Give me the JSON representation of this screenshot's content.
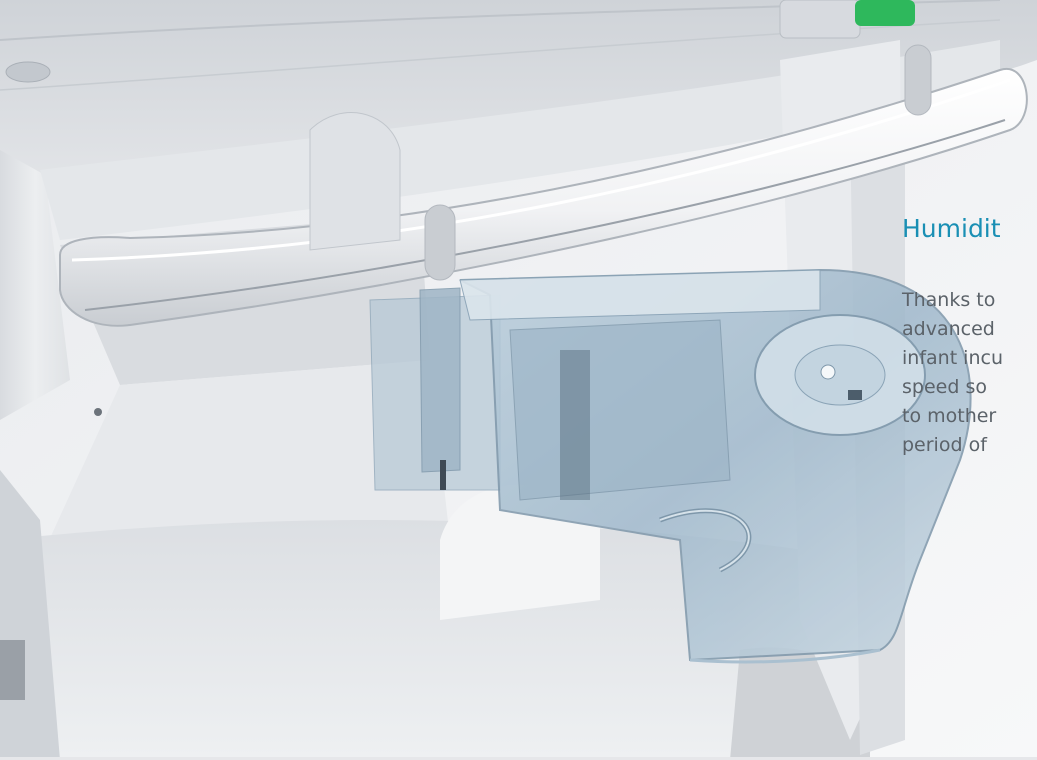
{
  "heading": "Humidit",
  "description_lines": [
    "Thanks to",
    "advanced",
    "infant incu",
    "speed so",
    "to mother",
    "period of"
  ],
  "colors": {
    "heading": "#1a8fb4",
    "body_text": "#5b6269",
    "background": "#f3f4f6",
    "water_tank": "#a9c3d6",
    "handle": "#f4f5f7",
    "accent_green": "#2eb85c"
  },
  "icons": [
    "water-tank-icon"
  ]
}
